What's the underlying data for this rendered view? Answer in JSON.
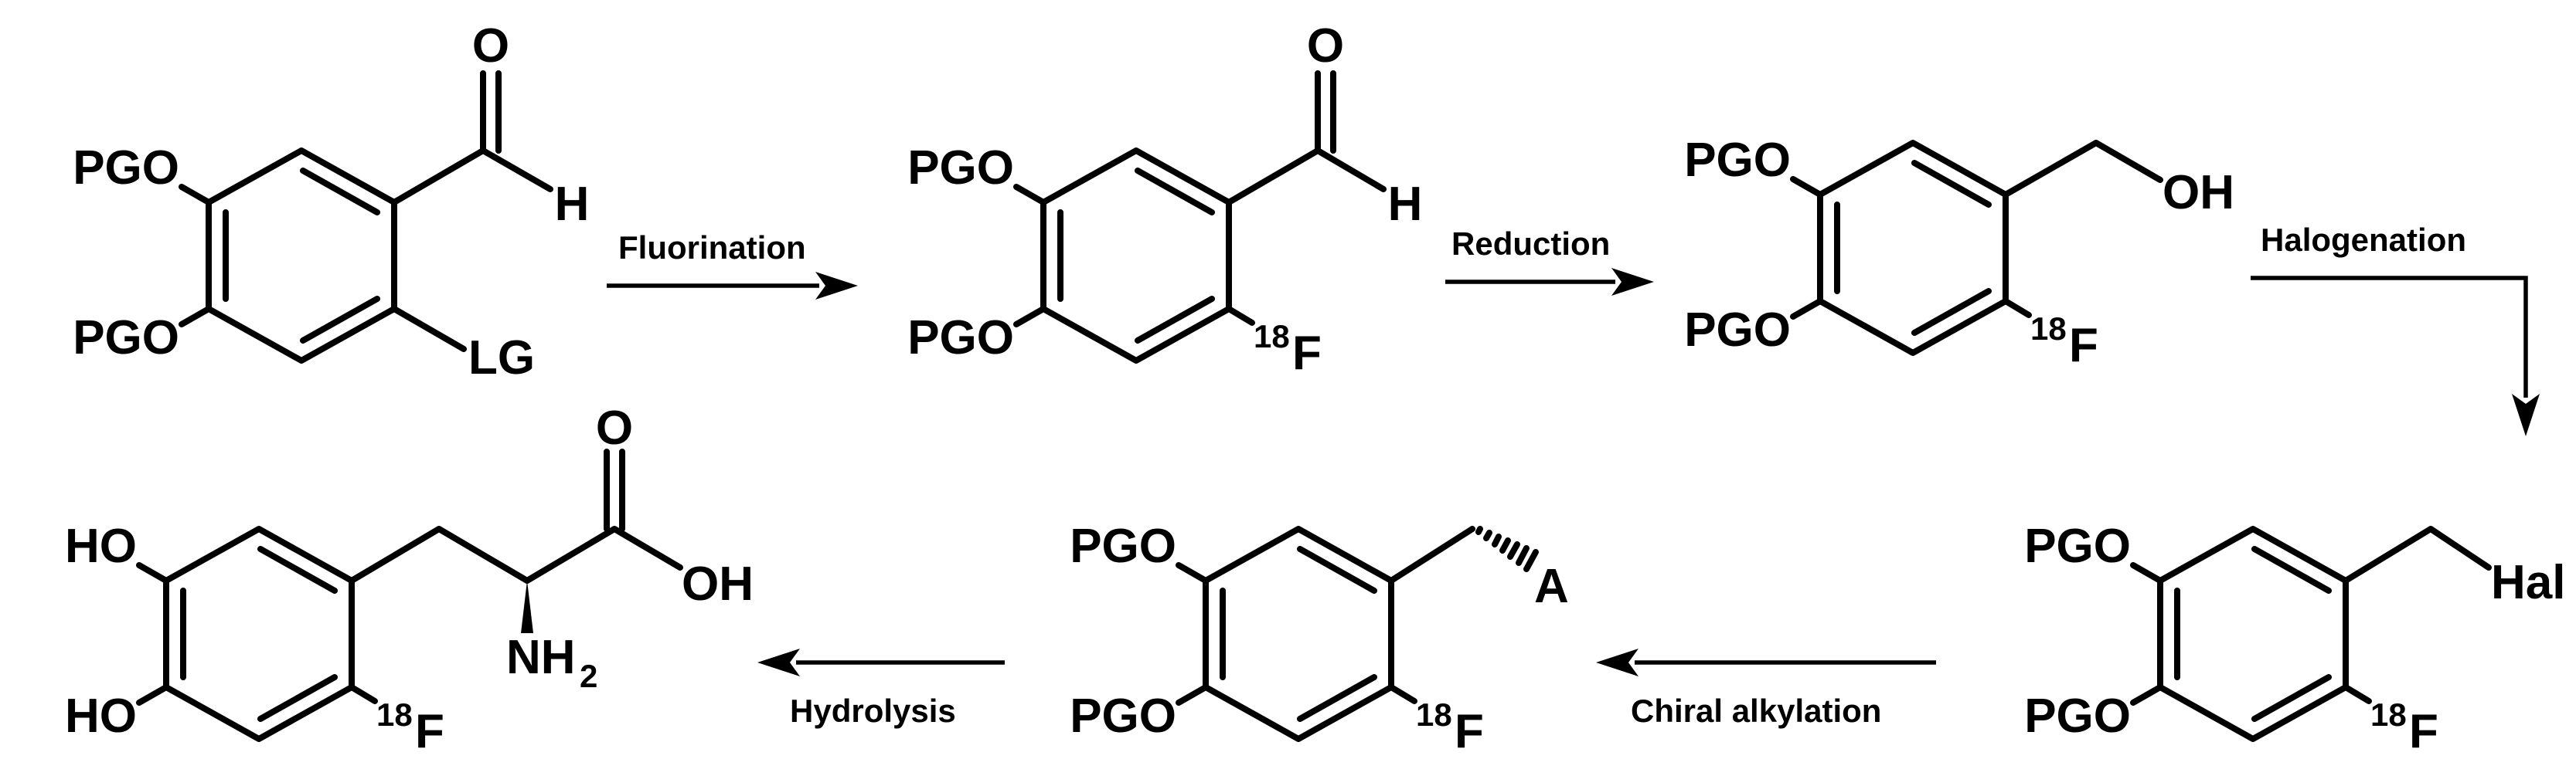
{
  "labels": {
    "pg_o": "PGO",
    "ho": "HO",
    "o": "O",
    "h": "H",
    "oh": "OH",
    "lg": "LG",
    "f": "F",
    "f_iso": "18",
    "a": "A",
    "hal": "Hal",
    "nh2_n": "NH",
    "nh2_sub": "2"
  },
  "steps": {
    "fluorination": "Fluorination",
    "reduction": "Reduction",
    "halogenation": "Halogenation",
    "chiral_alkylation": "Chiral alkylation",
    "hydrolysis": "Hydrolysis"
  }
}
